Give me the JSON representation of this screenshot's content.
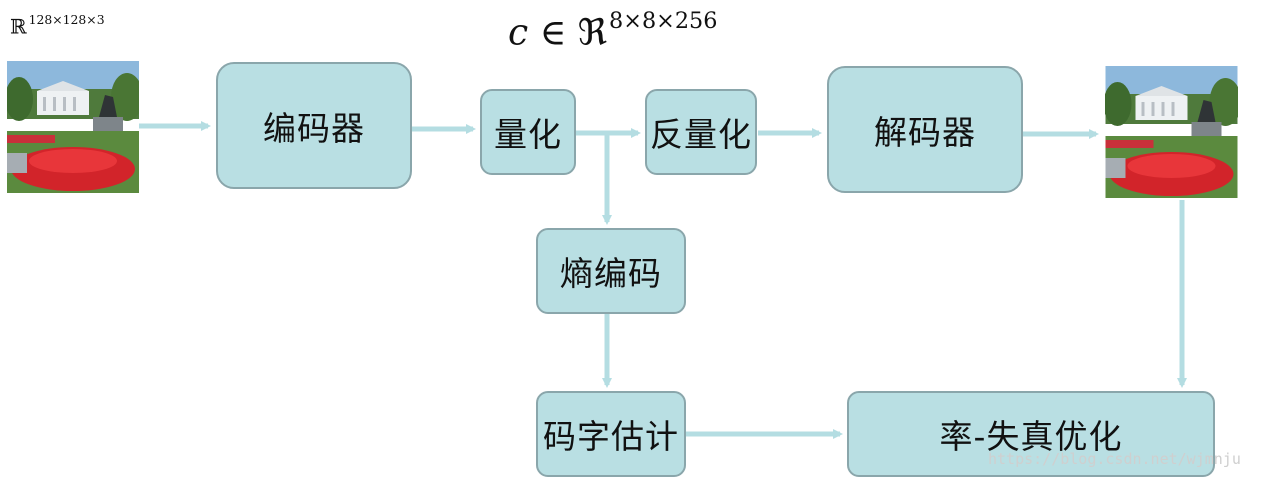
{
  "input_dim": {
    "symbol": "ℝ",
    "exponent": "128×128×3"
  },
  "latent": {
    "var": "c",
    "rel": "∈",
    "symbol": "ℜ",
    "exponent": "8×8×256"
  },
  "nodes": {
    "encoder": "编码器",
    "quantize": "量化",
    "dequantize": "反量化",
    "decoder": "解码器",
    "entropy_coding": "熵编码",
    "rate_estimation": "码字估计",
    "rd_optimization": "率-失真优化"
  },
  "images": {
    "input": "photo-white-house-tulips",
    "output": "photo-white-house-tulips-reconstructed"
  },
  "watermark": "https://blog.csdn.net/wjmnju",
  "colors": {
    "box_fill": "#b9dfe3",
    "box_border": "#8aa6ab",
    "arrow": "#b4dde2"
  }
}
